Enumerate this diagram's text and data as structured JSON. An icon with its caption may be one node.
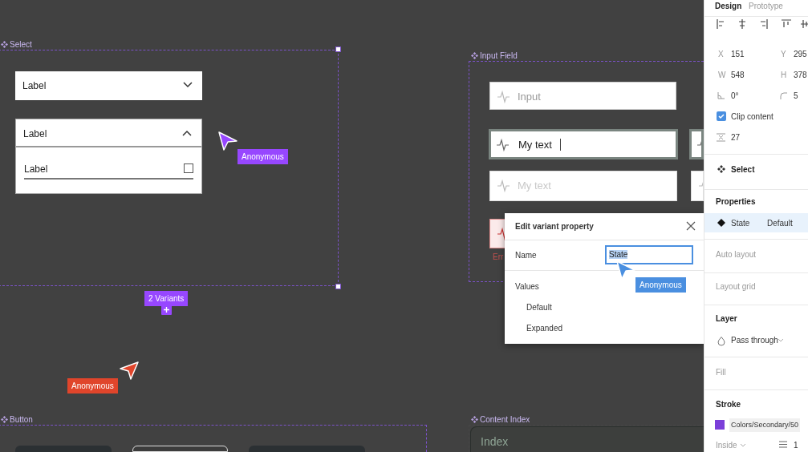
{
  "diagram": {
    "nodes": [
      {
        "text": [
          "Select"
        ]
      },
      {
        "text": [
          "Label"
        ],
        "in": 0
      },
      {
        "text": [
          "Label",
          "Label"
        ],
        "in": 0
      },
      {
        "text": [
          "Input Field"
        ]
      },
      {
        "text": [
          "Input"
        ],
        "in": 3
      },
      {
        "text": [
          "My text"
        ],
        "in": 3
      },
      {
        "text": [],
        "shape": "box",
        "in": 3
      },
      {
        "text": [
          "My text"
        ],
        "in": 3
      },
      {
        "text": [],
        "shape": "box",
        "in": 3
      },
      {
        "text": [],
        "shape": "box",
        "in": 3,
        "beside": [
          "Err"
        ]
      },
      {
        "text": [
          "Edit variant property",
          "Name",
          "Values",
          "Default",
          "Expanded"
        ]
      },
      {
        "text": [
          "State"
        ]
      },
      {
        "text": [
          "Button"
        ]
      },
      {
        "text": [],
        "shape": "box",
        "in": 12
      },
      {
        "text": [],
        "shape": "box",
        "in": 12
      },
      {
        "text": [],
        "shape": "box",
        "in": 12
      },
      {
        "text": [
          "Content Index"
        ]
      },
      {
        "text": [
          "Index"
        ],
        "in": 16
      },
      {
        "text": [
          "Design",
          "Prototype",
          "X",
          "151",
          "Y",
          "295",
          "W",
          "548",
          "H",
          "378",
          "0°",
          "5",
          "Clip content",
          "27",
          "Select",
          "Properties",
          "State",
          "Default",
          "Auto layout",
          "Layout grid",
          "Layer",
          "Pass through",
          "Fill",
          "Stroke",
          "Colors/Secondary/50",
          "Inside",
          "1"
        ]
      }
    ],
    "labels": [
      "Anonymous",
      "Anonymous",
      "2 Variants",
      "Anonymous"
    ]
  }
}
